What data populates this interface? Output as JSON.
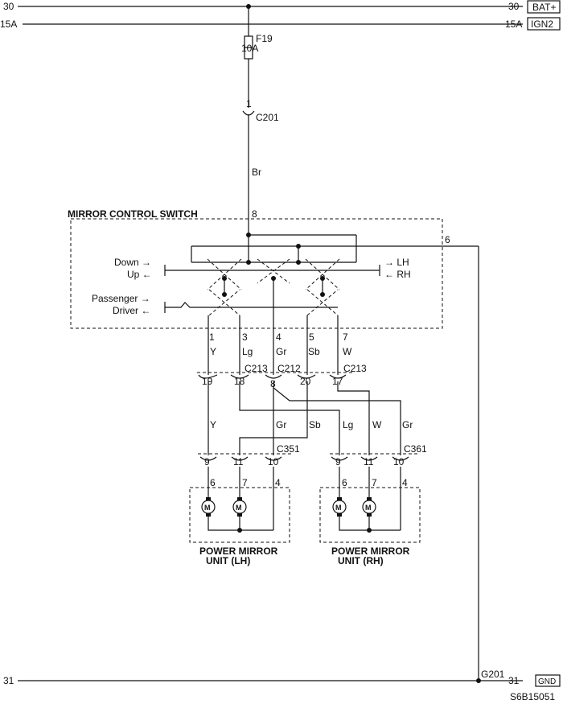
{
  "rails": {
    "bat_left": "30",
    "bat_right": "30",
    "bat_box": "BAT+",
    "ign_left": "15A",
    "ign_right": "15A",
    "ign_box": "IGN2",
    "gnd_left": "31",
    "gnd_right": "31",
    "gnd_box": "GND"
  },
  "fuse": {
    "name": "F19",
    "rating": "10A"
  },
  "connector_c201": {
    "pin": "1",
    "name": "C201"
  },
  "wire_br": "Br",
  "switch": {
    "title": "MIRROR CONTROL SWITCH",
    "pin_in": "8",
    "pin_out": "6",
    "left_labels": [
      "Down →",
      "Up ←",
      "Passenger →",
      "Driver ←"
    ],
    "right_labels": [
      "→ LH",
      "← RH"
    ],
    "out_pins": [
      "1",
      "3",
      "4",
      "5",
      "7"
    ],
    "out_colors": [
      "Y",
      "Lg",
      "Gr",
      "Sb",
      "W"
    ]
  },
  "conn_row1": {
    "pins": [
      "19",
      "18",
      "8",
      "20",
      "17"
    ],
    "names": [
      "C213",
      "C212",
      "C213"
    ]
  },
  "mid_colors": [
    "Y",
    "Gr",
    "Sb",
    "Lg",
    "W",
    "Gr"
  ],
  "conn_c351": {
    "name": "C351",
    "pins": [
      "9",
      "11",
      "10"
    ]
  },
  "conn_c361": {
    "name": "C361",
    "pins": [
      "9",
      "11",
      "10"
    ]
  },
  "mirror_lh": {
    "pins": [
      "6",
      "7",
      "4"
    ],
    "motor": "M",
    "title1": "POWER MIRROR",
    "title2": "UNIT (LH)"
  },
  "mirror_rh": {
    "pins": [
      "6",
      "7",
      "4"
    ],
    "motor": "M",
    "title1": "POWER MIRROR",
    "title2": "UNIT (RH)"
  },
  "ground_label": "G201",
  "figure_code": "S6B15051"
}
